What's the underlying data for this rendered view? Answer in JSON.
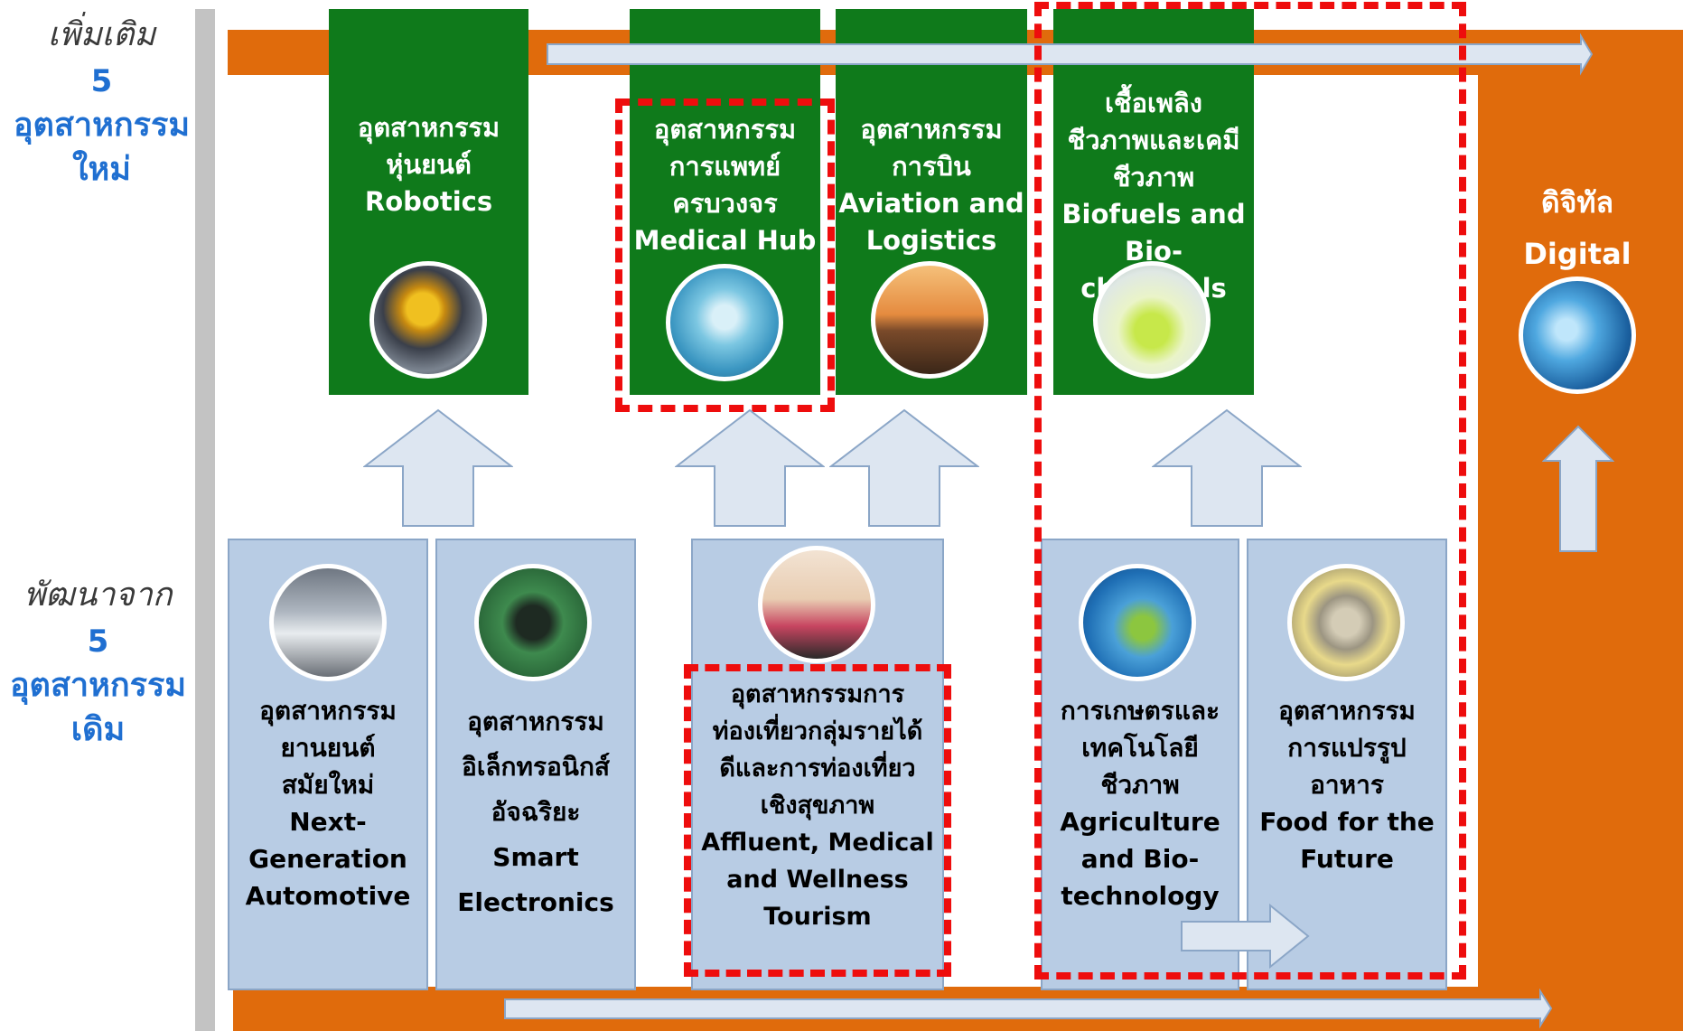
{
  "left_labels": {
    "new": {
      "lead": "เพิ่มเติม",
      "count": "5",
      "line1": "อุตสาหกรรม",
      "line2": "ใหม่"
    },
    "existing": {
      "lead": "พัฒนาจาก",
      "count": "5",
      "line1": "อุตสาหกรรม",
      "line2": "เดิม"
    }
  },
  "new_industries": [
    {
      "lines": [
        "อุตสาหกรรม",
        "หุ่นยนต์",
        "Robotics"
      ],
      "icon": "robotic-arms-photo"
    },
    {
      "lines": [
        "อุตสาหกรรม",
        "การแพทย์",
        "ครบวงจร",
        "Medical Hub"
      ],
      "icon": "surgeons-photo"
    },
    {
      "lines": [
        "อุตสาหกรรม",
        "การบิน",
        "Aviation and",
        "Logistics"
      ],
      "icon": "airplane-photo"
    },
    {
      "lines": [
        "เชื้อเพลิง",
        "ชีวภาพและเคมี",
        "ชีวภาพ",
        "Biofuels and",
        "Bio-chemicals"
      ],
      "icon": "lab-flasks-photo"
    }
  ],
  "digital": {
    "line1": "ดิจิทัล",
    "line2": "Digital",
    "icon": "touchscreen-photo"
  },
  "existing_industries": [
    {
      "lines": [
        "อุตสาหกรรม",
        "ยานยนต์",
        "สมัยใหม่",
        "Next-",
        "Generation",
        "Automotive"
      ],
      "icon": "car-factory-photo"
    },
    {
      "lines": [
        "อุตสาหกรรม",
        "อิเล็กทรอนิกส์",
        "อัจฉริยะ",
        "Smart",
        "Electronics"
      ],
      "icon": "circuit-board-photo"
    },
    {
      "lines": [
        "อุตสาหกรรมการ",
        "ท่องเที่ยวกลุ่มรายได้",
        "ดีและการท่องเที่ยว",
        "เชิงสุขภาพ",
        "Affluent, Medical",
        "and Wellness",
        "Tourism"
      ],
      "icon": "spa-massage-photo"
    },
    {
      "lines": [
        "การเกษตรและ",
        "เทคโนโลยี",
        "ชีวภาพ",
        "Agriculture",
        "and Bio-",
        "technology"
      ],
      "icon": "plant-test-tube-photo"
    },
    {
      "lines": [
        "อุตสาหกรรม",
        "การแปรรูป",
        "อาหาร",
        "Food for the",
        "Future"
      ],
      "icon": "canned-food-photo"
    }
  ],
  "colors": {
    "green": "#0f7a1b",
    "orange": "#e06b0c",
    "light_blue": "#b8cce4",
    "highlight_red": "#ee0d0d",
    "label_blue": "#1f6fd1"
  }
}
